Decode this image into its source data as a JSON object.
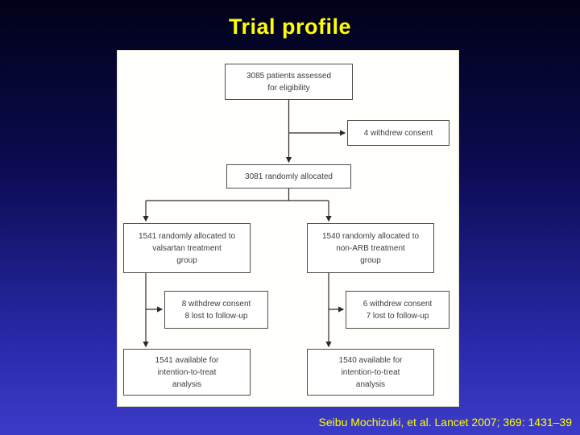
{
  "slide": {
    "title": "Trial profile",
    "citation": "Seibu Mochizuki, et al. Lancet 2007; 369: 1431–39"
  },
  "flowchart": {
    "assessed": "3085 patients assessed\nfor eligibility",
    "withdrew_consent_initial": "4 withdrew consent",
    "allocated": "3081 randomly allocated",
    "valsartan_group": "1541 randomly allocated to\nvalsartan treatment\ngroup",
    "non_arb_group": "1540 randomly allocated to\nnon-ARB treatment\ngroup",
    "valsartan_withdrawals": "8 withdrew consent\n8 lost to follow-up",
    "non_arb_withdrawals": "6 withdrew consent\n7 lost to follow-up",
    "valsartan_itt": "1541 available for\nintention-to-treat\nanalysis",
    "non_arb_itt": "1540 available for\nintention-to-treat\nanalysis"
  },
  "colors": {
    "title_text": "#ffff00",
    "citation_text": "#ffff00",
    "background_top": "#010118",
    "background_bottom": "#3b3bc8",
    "panel_background": "#fffefa",
    "node_border": "#4d4d4d",
    "node_text": "#3d3d3d",
    "connector": "#2b2b2b"
  }
}
